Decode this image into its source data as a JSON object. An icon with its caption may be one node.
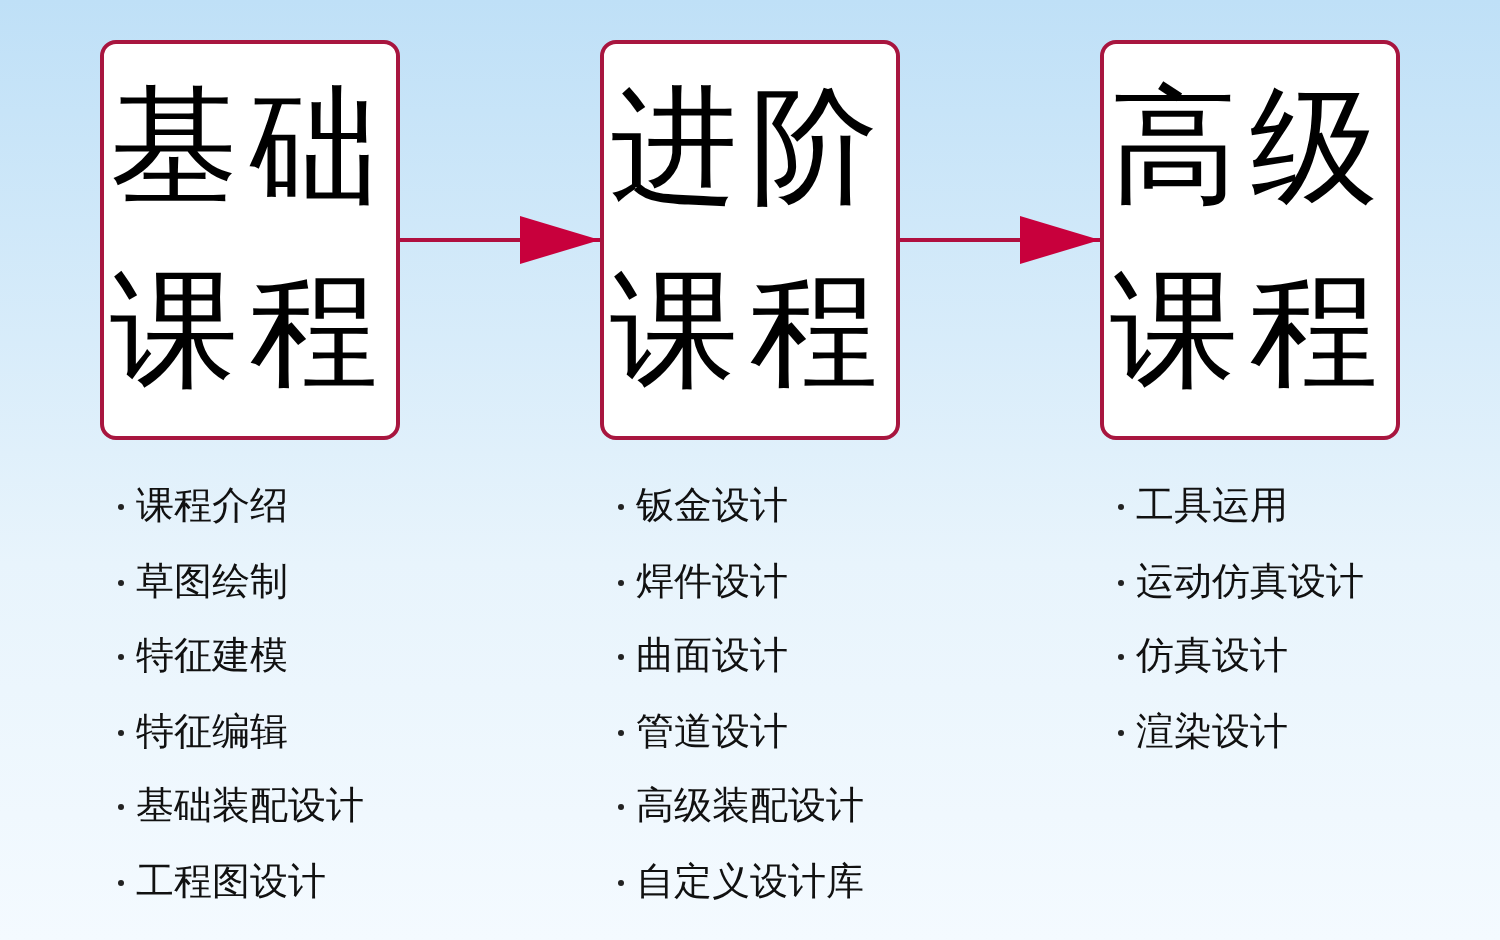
{
  "diagram": {
    "nodes": [
      {
        "text": [
          "基础课程"
        ],
        "beside": [
          "课程介绍",
          "草图绘制",
          "特征建模",
          "特征编辑",
          "基础装配设计",
          "工程图设计"
        ]
      },
      {
        "text": [
          "进阶课程"
        ],
        "beside": [
          "钣金设计",
          "焊件设计",
          "曲面设计",
          "管道设计",
          "高级装配设计",
          "自定义设计库"
        ]
      },
      {
        "text": [
          "高级课程"
        ],
        "beside": [
          "工具运用",
          "运动仿真设计",
          "仿真设计",
          "渲染设计"
        ]
      }
    ],
    "edges": [
      {
        "from": 0,
        "to": 1,
        "arrow": "to"
      },
      {
        "from": 1,
        "to": 2,
        "arrow": "to"
      }
    ]
  }
}
